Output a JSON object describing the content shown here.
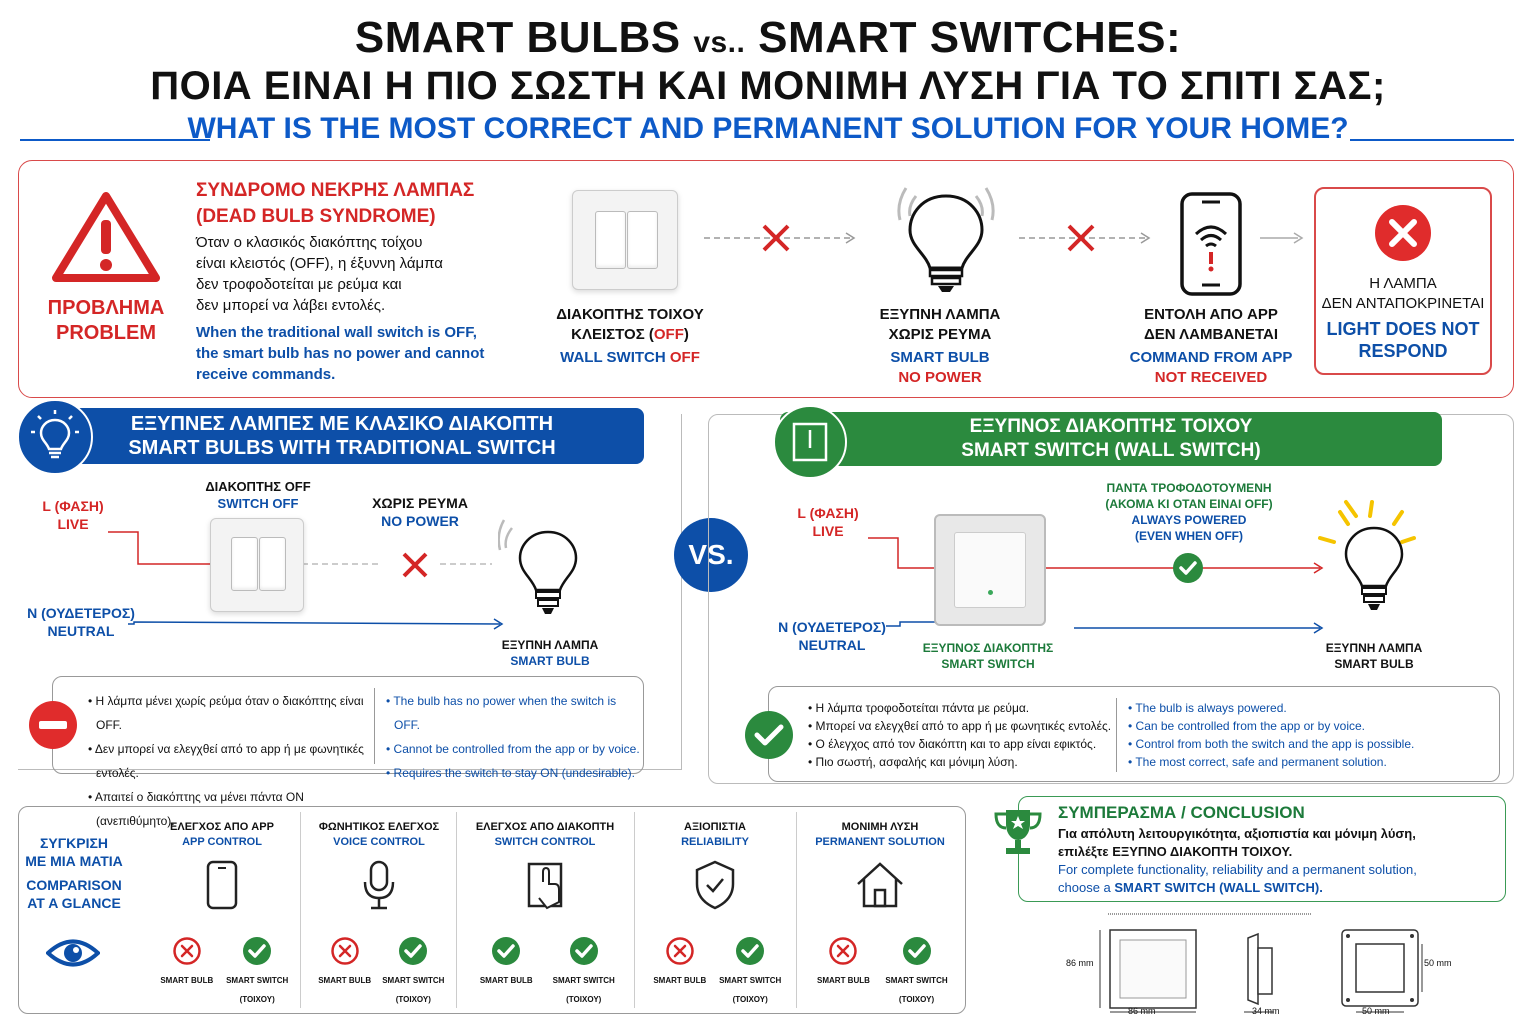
{
  "title": {
    "line1a": "SMART BULBS",
    "line1vs": "vs..",
    "line1b": "SMART SWITCHES:",
    "line2": "ΠΟΙΑ ΕΙΝΑΙ Η ΠΙΟ ΣΩΣΤΗ ΚΑΙ ΜΟΝΙΜΗ ΛΥΣΗ ΓΙΑ ΤΟ ΣΠΙΤΙ ΣΑΣ;",
    "line3": "WHAT IS THE MOST CORRECT AND PERMANENT SOLUTION FOR YOUR HOME?"
  },
  "problem": {
    "label_gr": "ΠΡΟΒΛΗΜΑ",
    "label_en": "PROBLEM",
    "heading_gr": "ΣΥΝΔΡΟΜΟ ΝΕΚΡΗΣ ΛΑΜΠΑΣ",
    "heading_en": "(DEAD BULB SYNDROME)",
    "text_gr": [
      "Όταν ο κλασικός διακόπτης τοίχου",
      "είναι κλειστός (OFF), η έξυννη λάμπα",
      "δεν τροφοδοτείται με ρεύμα και",
      "δεν μπορεί να λάβει εντολές."
    ],
    "text_en": [
      "When the traditional wall switch is OFF,",
      "the smart bulb has no power and cannot",
      "receive commands."
    ],
    "step1": {
      "gr1": "ΔΙΑΚΟΠΤΗΣ ΤΟΙΧΟΥ",
      "gr2a": "ΚΛΕΙΣΤΟΣ (",
      "gr2b": "OFF",
      "gr2c": ")",
      "en1": "WALL SWITCH ",
      "en2": "OFF"
    },
    "step2": {
      "gr1": "ΕΞΥΠΝΗ ΛΑΜΠΑ",
      "gr2": "ΧΩΡΙΣ ΡΕΥΜΑ",
      "en1": "SMART BULB",
      "en2": "NO POWER"
    },
    "step3": {
      "gr1": "ΕΝΤΟΛΗ ΑΠΟ APP",
      "gr2": "ΔΕΝ ΛΑΜΒΑΝΕΤΑΙ",
      "en1": "COMMAND FROM APP",
      "en2": "NOT RECEIVED"
    },
    "result": {
      "gr1": "Η ΛΑΜΠΑ",
      "gr2": "ΔΕΝ ΑΝΤΑΠΟΚΡΙΝΕΤΑΙ",
      "en1": "LIGHT DOES NOT",
      "en2": "RESPOND"
    }
  },
  "left": {
    "banner_gr": "ΕΞΥΠΝΕΣ ΛΑΜΠΕΣ ΜΕ ΚΛΑΣΙΚΟ ΔΙΑΚΟΠΤΗ",
    "banner_en": "SMART BULBS WITH TRADITIONAL SWITCH",
    "live_gr": "L (ΦΑΣΗ)",
    "live_en": "LIVE",
    "neutral_gr": "N (ΟΥΔΕΤΕΡΟΣ)",
    "neutral_en": "NEUTRAL",
    "switch_gr": "ΔΙΑΚΟΠΤΗΣ OFF",
    "switch_en": "SWITCH OFF",
    "nopower_gr": "ΧΩΡΙΣ ΡΕΥΜΑ",
    "nopower_en": "NO POWER",
    "bulb_gr": "ΕΞΥΠΝΗ ΛΑΜΠΑ",
    "bulb_en": "SMART BULB",
    "cons_gr": [
      "Η λάμπα μένει χωρίς ρεύμα όταν ο διακόπτης είναι OFF.",
      "Δεν μπορεί να ελεγχθεί από το app ή με φωνητικές εντολές.",
      "Απαιτεί ο διακόπτης να μένει πάντα ON (ανεπιθύμητο)."
    ],
    "cons_en": [
      "The bulb has no power when the switch is OFF.",
      "Cannot be controlled from the app or by voice.",
      "Requires the switch to stay ON (undesirable)."
    ]
  },
  "vs": "VS.",
  "right": {
    "banner_gr": "ΕΞΥΠΝΟΣ ΔΙΑΚΟΠΤΗΣ ΤΟΙΧΟΥ",
    "banner_en": "SMART SWITCH (WALL SWITCH)",
    "live_gr": "L (ΦΑΣΗ)",
    "live_en": "LIVE",
    "neutral_gr": "N (ΟΥΔΕΤΕΡΟΣ)",
    "neutral_en": "NEUTRAL",
    "powered_gr1": "ΠΑΝΤΑ ΤΡΟΦΟΔΟΤΟΥΜΕΝΗ",
    "powered_gr2": "(ΑΚΟΜΑ ΚΙ ΟΤΑΝ ΕΙΝΑΙ OFF)",
    "powered_en1": "ALWAYS POWERED",
    "powered_en2": "(EVEN WHEN OFF)",
    "switch_gr": "ΕΞΥΠΝΟΣ ΔΙΑΚΟΠΤΗΣ",
    "switch_en": "SMART SWITCH",
    "bulb_gr": "ΕΞΥΠΝΗ ΛΑΜΠΑ",
    "bulb_en": "SMART BULB",
    "pros_gr": [
      "Η λάμπα τροφοδοτείται πάντα με ρεύμα.",
      "Μπορεί να ελεγχθεί από το app ή με φωνητικές εντολές.",
      "Ο έλεγχος από τον διακόπτη και το app είναι εφικτός.",
      "Πιο σωστή, ασφαλής και μόνιμη λύση."
    ],
    "pros_en": [
      "The bulb is always powered.",
      "Can be controlled from the app or by voice.",
      "Control from both the switch and the app is possible.",
      "The most correct, safe and permanent solution."
    ]
  },
  "comparison": {
    "title": [
      "ΣΥΓΚΡΙΣΗ",
      "ΜΕ ΜΙΑ ΜΑΤΙΑ",
      "COMPARISON",
      "AT A GLANCE"
    ],
    "columns": [
      {
        "gr": "ΕΛΕΓΧΟΣ ΑΠΟ APP",
        "en": "APP CONTROL"
      },
      {
        "gr": "ΦΩΝΗΤΙΚΟΣ ΕΛΕΓΧΟΣ",
        "en": "VOICE CONTROL"
      },
      {
        "gr": "ΕΛΕΓΧΟΣ ΑΠΟ ΔΙΑΚΟΠΤΗ",
        "en": "SWITCH CONTROL"
      },
      {
        "gr": "ΑΞΙΟΠΙΣΤΙΑ",
        "en": "RELIABILITY"
      },
      {
        "gr": "ΜΟΝΙΜΗ ΛΥΣΗ",
        "en": "PERMANENT SOLUTION"
      }
    ],
    "bulb_label": "SMART BULB",
    "switch_label": "SMART SWITCH",
    "switch_sub": "(ΤΟΙΧΟΥ)"
  },
  "conclusion": {
    "heading": "ΣΥΜΠΕΡΑΣΜΑ / CONCLUSION",
    "gr1": "Για απόλυτη λειτουργικότητα, αξιοπιστία και μόνιμη λύση,",
    "gr2": "επιλέξτε ΕΞΥΠΝΟ ΔΙΑΚΟΠΤΗ ΤΟΙΧΟΥ.",
    "en1": "For complete functionality, reliability and a permanent solution,",
    "en2a": "choose a ",
    "en2b": "SMART SWITCH (WALL SWITCH)."
  },
  "dimensions": {
    "h": "86 mm",
    "w": "86 mm",
    "depth": "34 mm",
    "inner_h": "50 mm",
    "inner_w": "50 mm"
  },
  "colors": {
    "red": "#d42626",
    "blue": "#0d4fa8",
    "green": "#1c7a3a"
  }
}
